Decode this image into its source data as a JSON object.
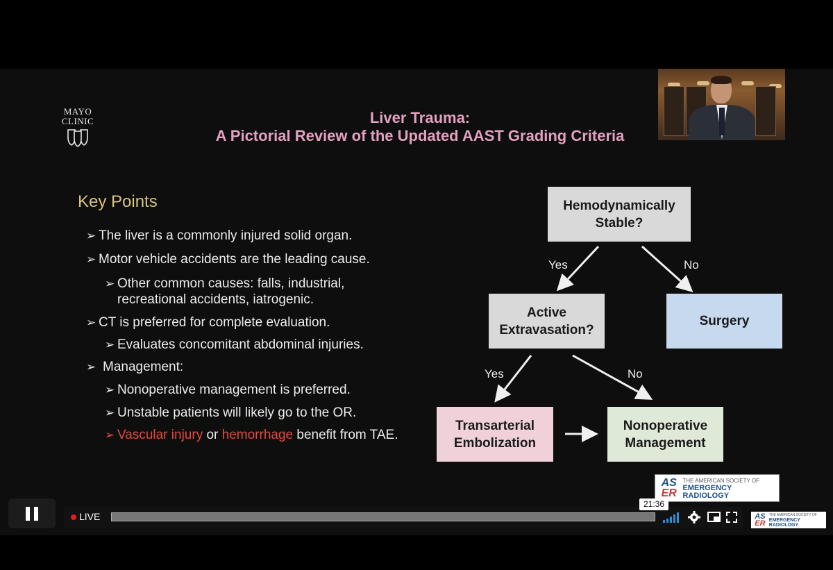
{
  "slide": {
    "logo_line1": "MAYO",
    "logo_line2": "CLINIC",
    "title_line1": "Liver Trauma:",
    "title_line2": "A Pictorial Review of the Updated AAST Grading Criteria",
    "key_points_heading": "Key Points",
    "points": [
      "The liver is a commonly injured solid organ.",
      "Motor vehicle accidents are the leading cause.",
      "Other common causes: falls, industrial,",
      "recreational accidents, iatrogenic.",
      "CT is preferred for complete evaluation.",
      "Evaluates concomitant abdominal injuries.",
      "Management:",
      "Nonoperative management is preferred.",
      "Unstable patients will likely go to the OR."
    ],
    "last_point": {
      "part1": "Vascular injury",
      "part2": " or ",
      "part3": "hemorrhage",
      "part4": " benefit from TAE."
    },
    "flowchart": {
      "q1_line1": "Hemodynamically",
      "q1_line2": "Stable?",
      "q2_line1": "Active",
      "q2_line2": "Extravasation?",
      "surgery": "Surgery",
      "tae_line1": "Transarterial",
      "tae_line2": "Embolization",
      "nom_line1": "Nonoperative",
      "nom_line2": "Management",
      "yes1": "Yes",
      "no1": "No",
      "yes2": "Yes",
      "no2": "No"
    },
    "aser_logo": {
      "mark_top": "AS",
      "mark_bottom": "ER",
      "line1": "THE AMERICAN SOCIETY OF",
      "line2": "EMERGENCY RADIOLOGY"
    }
  },
  "player": {
    "live_label": "LIVE",
    "time_tooltip": "21:36",
    "icons": [
      "pause-icon",
      "volume-bars-icon",
      "gear-icon",
      "picture-in-picture-icon",
      "fullscreen-icon"
    ]
  },
  "colors": {
    "title": "#e3a1bf",
    "heading": "#d7c57c",
    "highlight_red": "#e4493e",
    "box_gray": "#d9d9d9",
    "box_blue": "#c6d9ee",
    "box_pink": "#f0d1da",
    "box_green": "#dfe9d8"
  }
}
